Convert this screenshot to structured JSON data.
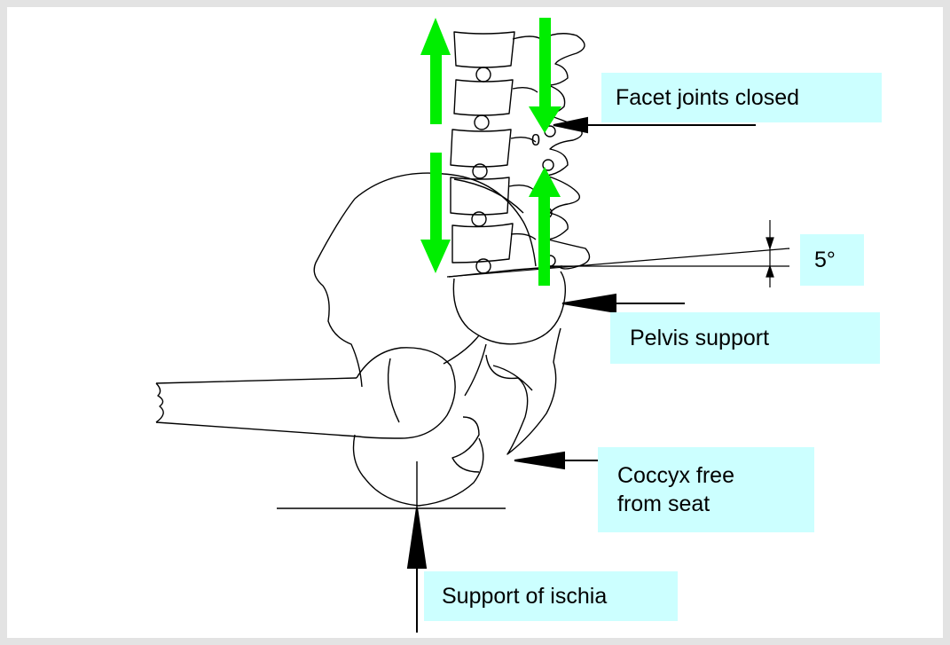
{
  "labels": {
    "facet": "Facet joints closed",
    "angle": "5°",
    "pelvis": "Pelvis support",
    "coccyx_line1": "Coccyx free",
    "coccyx_line2": "from seat",
    "ischia": "Support of ischia"
  },
  "colors": {
    "label_bg": "#ccffff",
    "arrow_green": "#00ee00",
    "line": "#000000",
    "page_bg": "#e3e3e3"
  }
}
